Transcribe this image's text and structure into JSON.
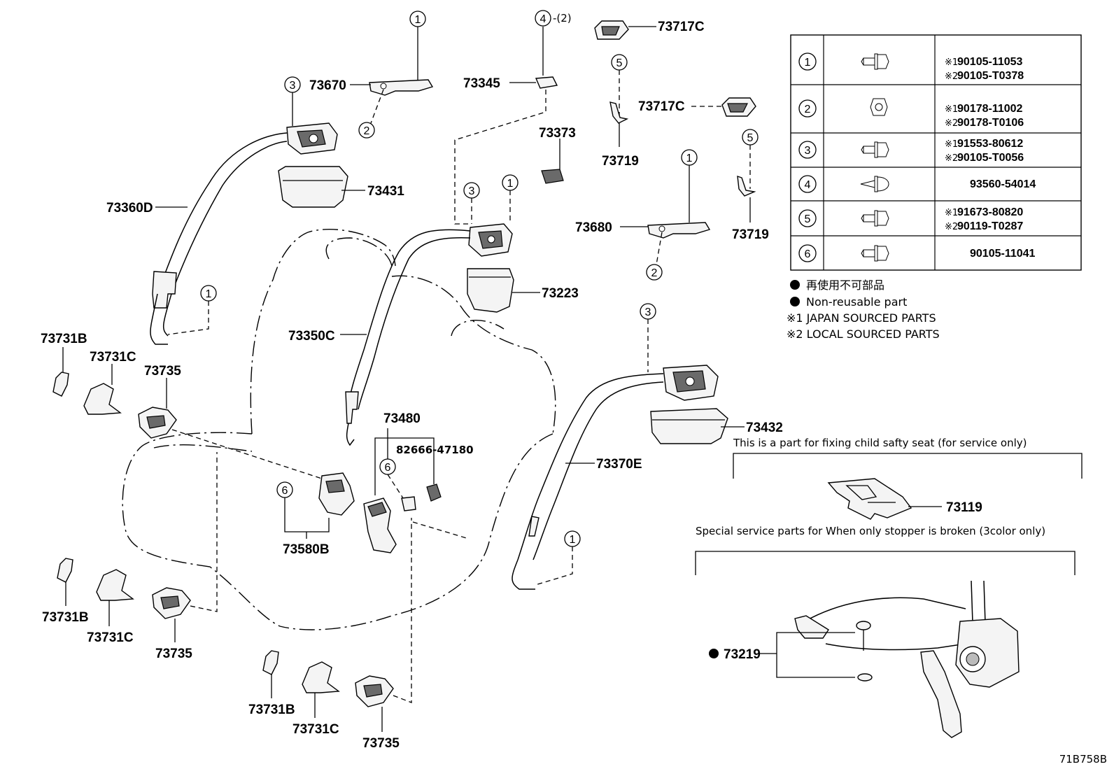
{
  "labels": {
    "l73670": "73670",
    "l73360D": "73360D",
    "l73431": "73431",
    "l73345": "73345",
    "l73717C_top": "73717C",
    "l73717C_mid": "73717C",
    "l73373": "73373",
    "l73719_left": "73719",
    "l73719_right": "73719",
    "l73680": "73680",
    "l73223": "73223",
    "l73350C": "73350C",
    "l73480": "73480",
    "l82666": "82666-47180",
    "l73580B": "73580B",
    "l73432": "73432",
    "l73370E": "73370E",
    "l73119": "73119",
    "l73219": "73219",
    "l73731B_1": "73731B",
    "l73731C_1": "73731C",
    "l73735_1": "73735",
    "l73731B_2": "73731B",
    "l73731C_2": "73731C",
    "l73735_2": "73735",
    "l73731B_3": "73731B",
    "l73731C_3": "73731C",
    "l73735_3": "73735",
    "qty4": "-(2)",
    "diagram_code": "71B758B"
  },
  "callouts": [
    "1",
    "2",
    "3",
    "4",
    "5",
    "6"
  ],
  "fastener_table": [
    {
      "key": "1",
      "icon": "flange-bolt-icon",
      "line1_mark": "※1",
      "line1": "90105-11053",
      "line2_mark": "※2",
      "line2": "90105-T0378"
    },
    {
      "key": "2",
      "icon": "nut-icon",
      "line1_mark": "※1",
      "line1": "90178-11002",
      "line2_mark": "※2",
      "line2": "90178-T0106"
    },
    {
      "key": "3",
      "icon": "flange-bolt-icon",
      "line1_mark": "※1",
      "line1": "91553-80612",
      "line2_mark": "※2",
      "line2": "90105-T0056"
    },
    {
      "key": "4",
      "icon": "tapping-screw-icon",
      "line1_mark": "",
      "line1": "93560-54014",
      "line2_mark": "",
      "line2": ""
    },
    {
      "key": "5",
      "icon": "flange-bolt-icon",
      "line1_mark": "※1",
      "line1": "91673-80820",
      "line2_mark": "※2",
      "line2": "90119-T0287"
    },
    {
      "key": "6",
      "icon": "flange-bolt-icon",
      "line1_mark": "",
      "line1": "90105-11041",
      "line2_mark": "",
      "line2": ""
    }
  ],
  "legend": {
    "jp": "再使用不可部品",
    "en": "Non-reusable part",
    "note1": "※1 JAPAN SOURCED PARTS",
    "note2": "※2 LOCAL SOURCED PARTS"
  },
  "notes": {
    "child_seat": "This is a part for fixing child safty seat  (for service only)",
    "stopper": "Special service parts for When only stopper is broken (3color only)"
  }
}
